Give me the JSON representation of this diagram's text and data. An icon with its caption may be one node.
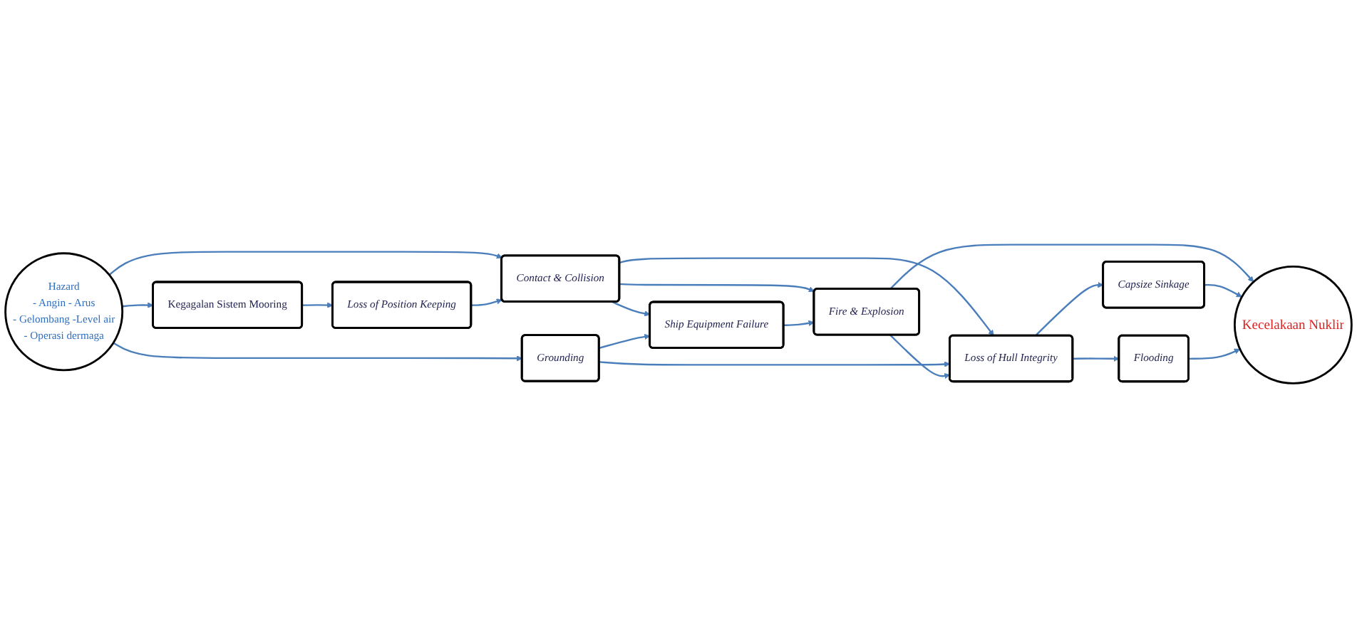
{
  "diagram": {
    "nodes": [
      {
        "text": [
          "Hazard",
          "- Angin",
          "- Arus",
          "- Gelombang",
          "-Level air",
          "- Operasi dermaga"
        ]
      },
      {
        "text": [
          "Contact & Collision"
        ]
      },
      {
        "text": [
          "Grounding"
        ]
      },
      {
        "text": [
          "Kegagalan Sistem Mooring"
        ]
      },
      {
        "text": [
          "Loss of Position Keeping"
        ]
      },
      {
        "text": [
          "Loss of Hull Integrity"
        ]
      },
      {
        "text": [
          "Fire & Explosion"
        ]
      },
      {
        "text": [
          "Ship Equipment Failure"
        ]
      },
      {
        "text": [
          "Capsize Sinkage"
        ]
      },
      {
        "text": [
          "Flooding"
        ]
      },
      {
        "text": [
          "Kecelakaan Nuklir"
        ]
      }
    ],
    "edges": [
      {
        "from": 0,
        "to": 1,
        "arrow": "to"
      },
      {
        "from": 0,
        "to": 2,
        "arrow": "to"
      },
      {
        "from": 0,
        "to": 3,
        "arrow": "to"
      },
      {
        "from": 3,
        "to": 4,
        "arrow": "to"
      },
      {
        "from": 4,
        "to": 1,
        "arrow": "to"
      },
      {
        "from": 1,
        "to": 5,
        "arrow": "to"
      },
      {
        "from": 1,
        "to": 6,
        "arrow": "to"
      },
      {
        "from": 1,
        "to": 7,
        "arrow": "to"
      },
      {
        "from": 2,
        "to": 5,
        "arrow": "to"
      },
      {
        "from": 2,
        "to": 7,
        "arrow": "to"
      },
      {
        "from": 6,
        "to": 5,
        "arrow": "to"
      },
      {
        "from": 7,
        "to": 6,
        "arrow": "to"
      },
      {
        "from": 5,
        "to": 8,
        "arrow": "to"
      },
      {
        "from": 5,
        "to": 9,
        "arrow": "to"
      },
      {
        "from": 6,
        "to": 10,
        "arrow": "to"
      },
      {
        "from": 8,
        "to": 10,
        "arrow": "to"
      },
      {
        "from": 9,
        "to": 10,
        "arrow": "to"
      }
    ]
  }
}
